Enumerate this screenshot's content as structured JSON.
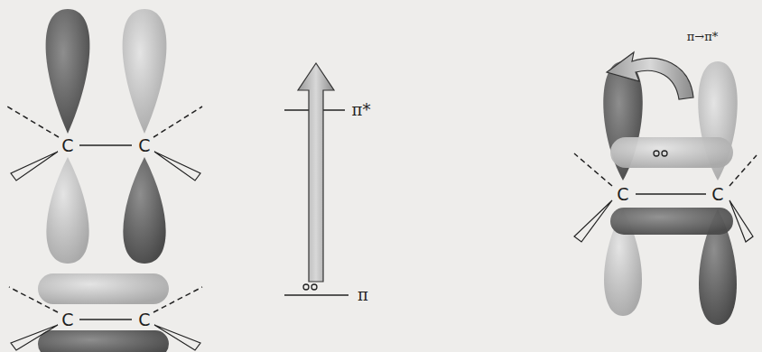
{
  "diagram": {
    "labels": [
      "C",
      "C",
      "π*",
      "π→π*",
      "C",
      "C",
      "π",
      "C",
      "C"
    ]
  }
}
